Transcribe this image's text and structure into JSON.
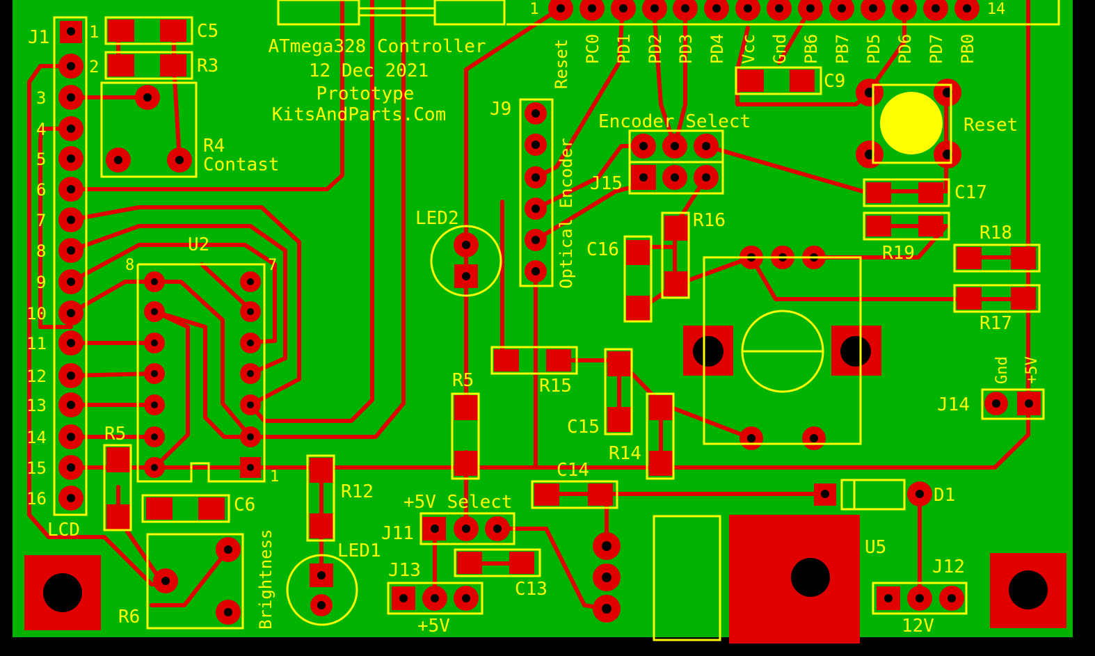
{
  "colors": {
    "board": "#00b300",
    "trace": "#e00000",
    "silk": "#ffff00",
    "hole": "#000000",
    "background": "#000000"
  },
  "title": {
    "line1": "ATmega328 Controller",
    "line2": "12 Dec 2021",
    "line3": "Prototype",
    "line4": "KitsAndParts.Com"
  },
  "lcd_header": {
    "label": "J1",
    "name": "LCD",
    "pins": [
      "1",
      "2",
      "3",
      "4",
      "5",
      "6",
      "7",
      "8",
      "9",
      "10",
      "11",
      "12",
      "13",
      "14",
      "15",
      "16"
    ]
  },
  "mcu_header": {
    "first_pin": "1",
    "last_pin": "14",
    "signals": [
      "Reset",
      "PC0",
      "PD1",
      "PD2",
      "PD3",
      "PD4",
      "Vcc",
      "Gnd",
      "PB6",
      "PB7",
      "PD5",
      "PD6",
      "PD7",
      "PB0"
    ]
  },
  "u2": {
    "ref": "U2",
    "pin_left": "8",
    "pin_right": "7",
    "pin_one": "1"
  },
  "parts": {
    "c5": "C5",
    "r3": "R3",
    "r4": "R4",
    "contrast": "Contast",
    "c9": "C9",
    "j9": "J9",
    "optical_encoder": "Optical Encoder",
    "encoder_select": "Encoder Select",
    "j15": "J15",
    "reset": "Reset",
    "c17": "C17",
    "r16": "R16",
    "c16": "C16",
    "r18": "R18",
    "r19": "R19",
    "r17": "R17",
    "led2": "LED2",
    "r15": "R15",
    "c15": "C15",
    "r14": "R14",
    "r5_mid": "R5",
    "r5_left": "R5",
    "c14": "C14",
    "d1": "D1",
    "u5": "U5",
    "j14": "J14",
    "gnd": "Gnd",
    "plus5v_j14": "+5V",
    "r12": "R12",
    "led1": "LED1",
    "c6": "C6",
    "r6": "R6",
    "brightness": "Brightness",
    "plus5v_select": "+5V Select",
    "j11": "J11",
    "j13": "J13",
    "c13": "C13",
    "plus5v": "+5V",
    "j12": "J12",
    "twelve_v": "12V"
  }
}
